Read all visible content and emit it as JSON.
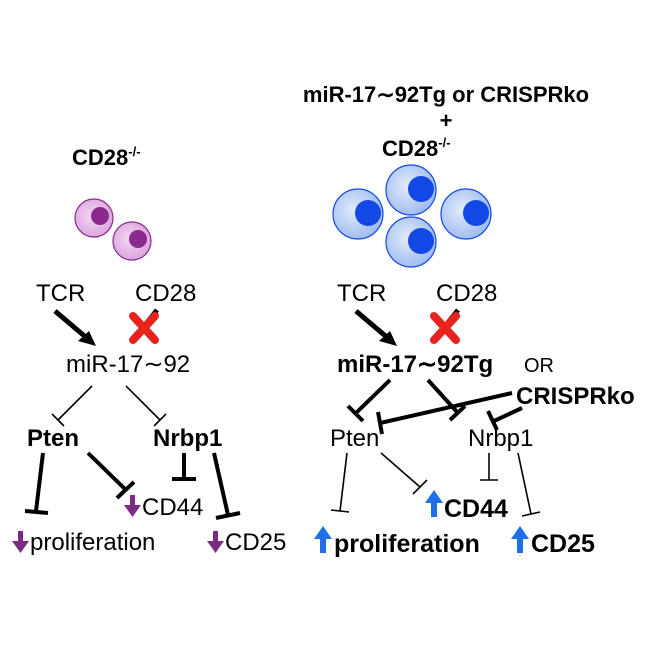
{
  "left_panel": {
    "title_main": "CD28",
    "title_sup": "-/-",
    "tcr": "TCR",
    "cd28": "CD28",
    "mirna": "miR-17∼92",
    "pten": "Pten",
    "nrbp1": "Nrbp1",
    "cd44": "CD44",
    "proliferation": "proliferation",
    "cd25": "CD25"
  },
  "right_panel": {
    "title_line1": "miR-17∼92Tg or CRISPRko",
    "title_plus": "+",
    "title_main": "CD28",
    "title_sup": "-/-",
    "tcr": "TCR",
    "cd28": "CD28",
    "mirna": "miR-17∼92Tg",
    "or_label": "OR",
    "crispr": "CRISPRko",
    "pten": "Pten",
    "nrbp1": "Nrbp1",
    "cd44": "CD44",
    "proliferation": "proliferation",
    "cd25": "CD25"
  },
  "colors": {
    "down_arrow": "#7b2a86",
    "up_arrow": "#1f6fe6",
    "cd28_x": "#e8231e",
    "left_cell_outer": "#e7b6e9",
    "left_cell_nucleus": "#8a2a8e",
    "right_cell_outer": "#c5d9f8",
    "right_cell_nucleus": "#1248e6"
  }
}
